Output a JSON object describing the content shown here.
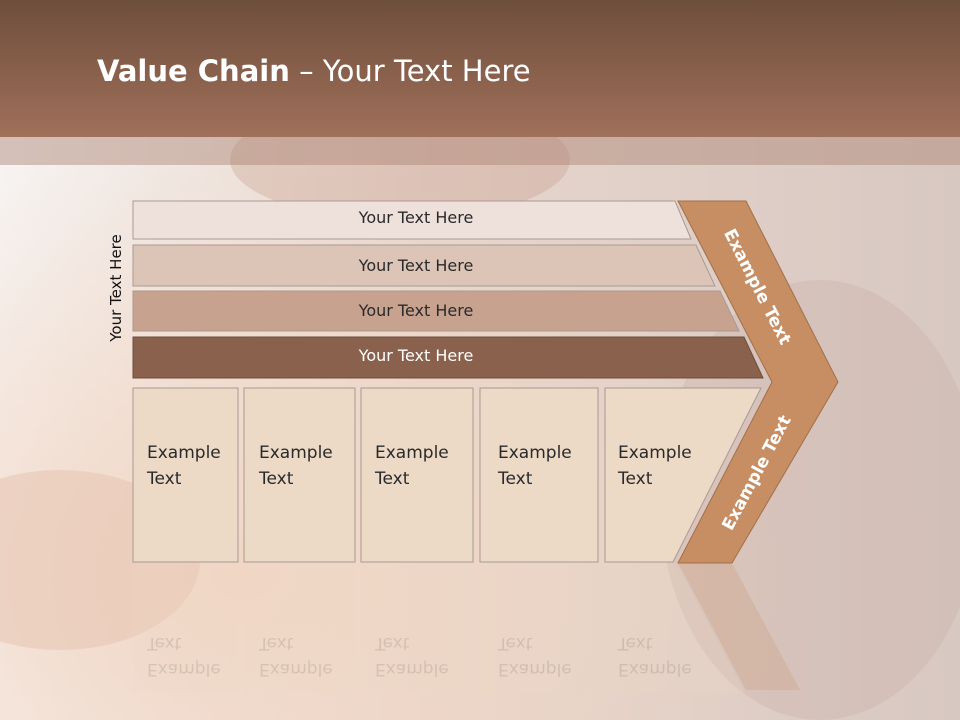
{
  "slide": {
    "title_bold": "Value Chain",
    "title_rest": " – Your Text Here",
    "side_label": "Your Text Here"
  },
  "bars": [
    {
      "label": "Your Text Here"
    },
    {
      "label": "Your Text Here"
    },
    {
      "label": "Your Text Here"
    },
    {
      "label": "Your Text Here"
    }
  ],
  "boxes": [
    {
      "line1": "Example",
      "line2": "Text"
    },
    {
      "line1": "Example",
      "line2": "Text"
    },
    {
      "line1": "Example",
      "line2": "Text"
    },
    {
      "line1": "Example",
      "line2": "Text"
    },
    {
      "line1": "Example",
      "line2": "Text"
    }
  ],
  "chevron": {
    "upper_label": "Example Text",
    "lower_label": "Example Text"
  },
  "colors": {
    "header": "#8a614c",
    "chevron": "#c68e62",
    "bar_dark": "#8a614c",
    "box_fill": "#ecd9c6"
  }
}
